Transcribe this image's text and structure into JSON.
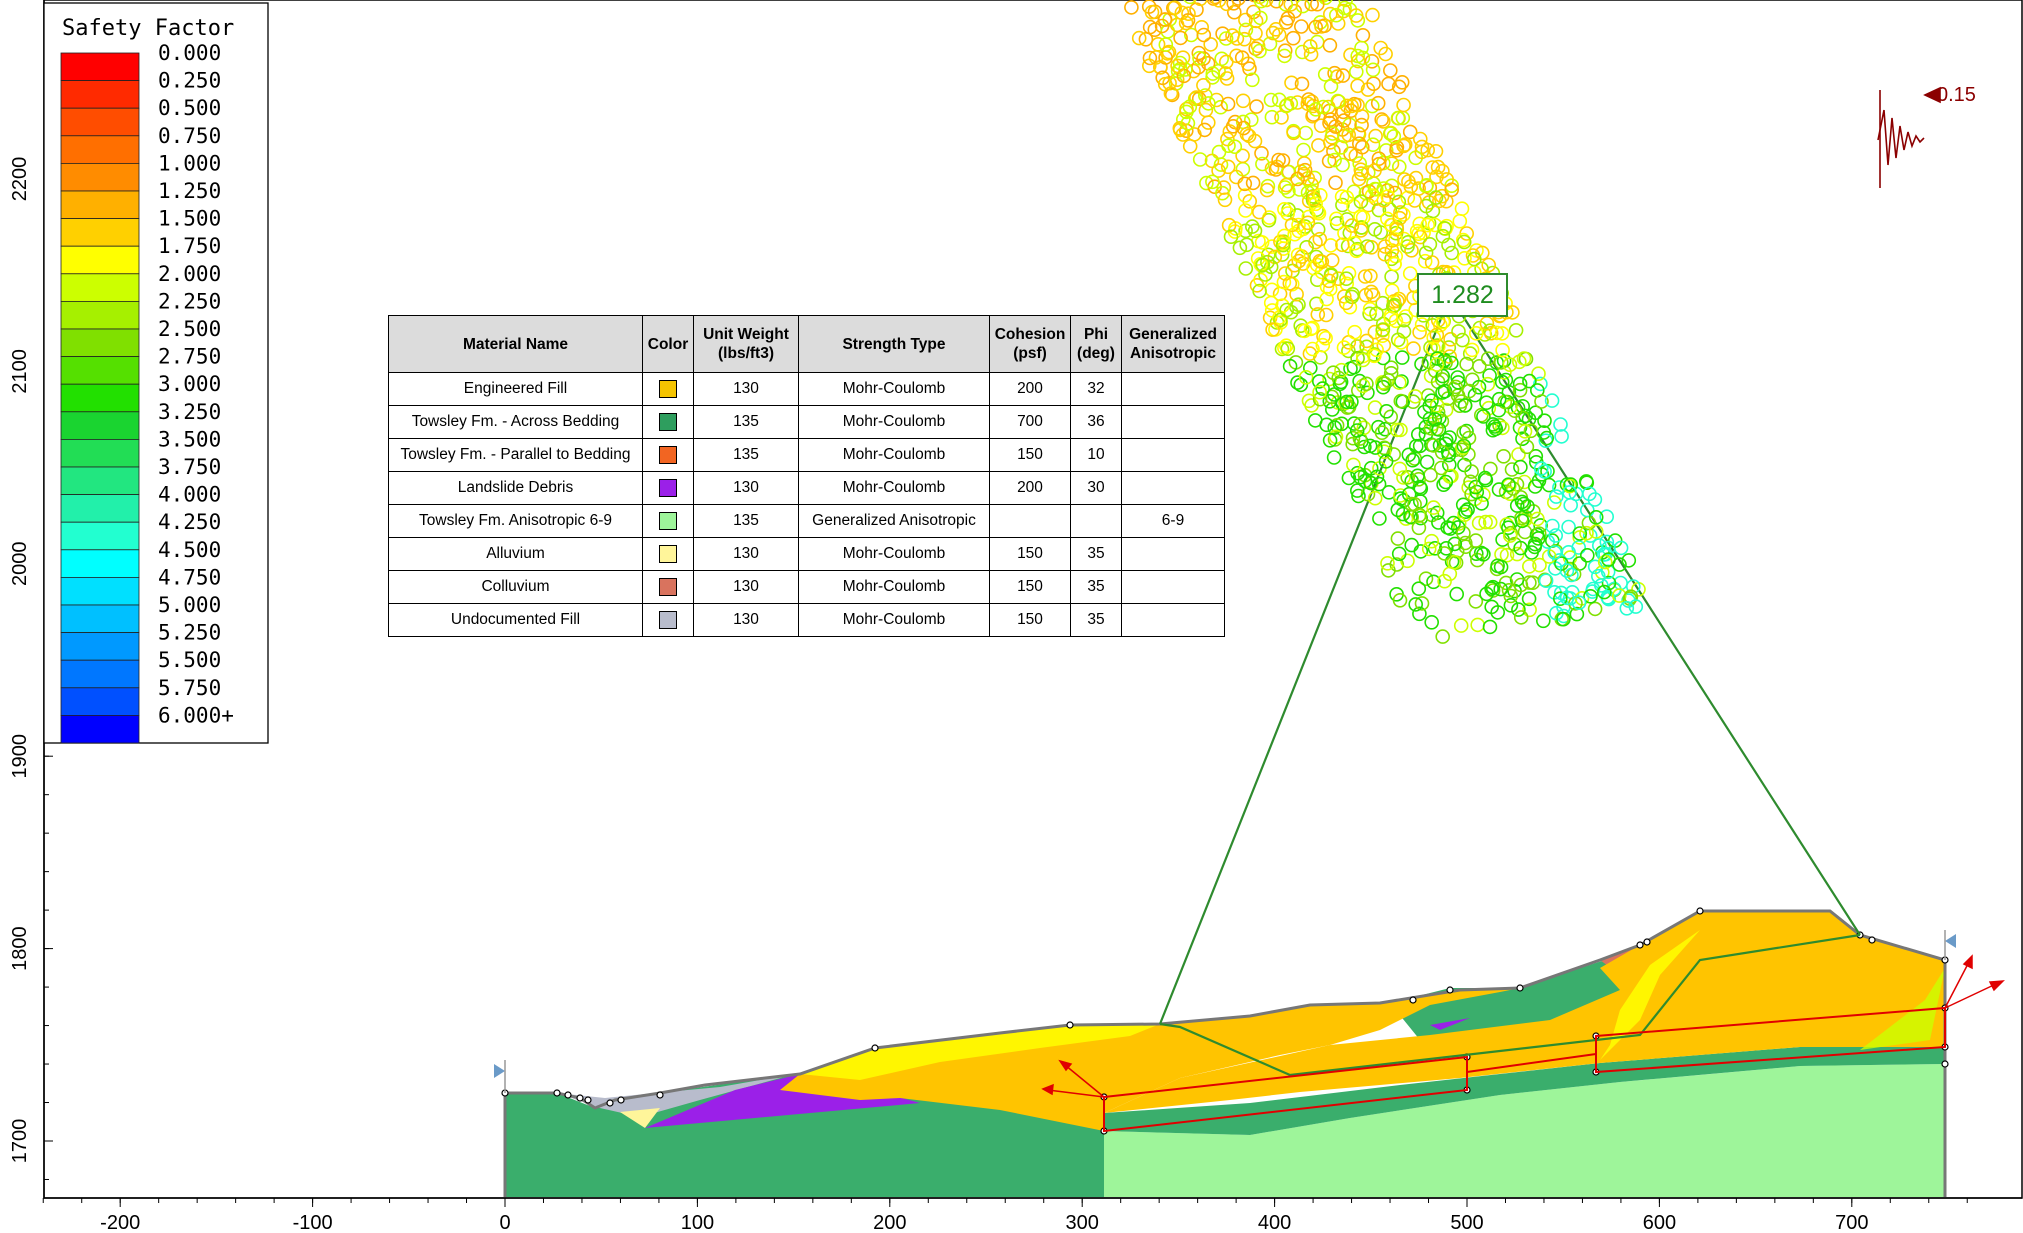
{
  "legend": {
    "title": "Safety Factor",
    "entries": [
      {
        "label": "0.000",
        "color": "#ff0000"
      },
      {
        "label": "0.250",
        "color": "#ff2a00"
      },
      {
        "label": "0.500",
        "color": "#ff4d00"
      },
      {
        "label": "0.750",
        "color": "#ff6f00"
      },
      {
        "label": "1.000",
        "color": "#ff8c00"
      },
      {
        "label": "1.250",
        "color": "#ffb000"
      },
      {
        "label": "1.500",
        "color": "#ffd000"
      },
      {
        "label": "1.750",
        "color": "#ffff00"
      },
      {
        "label": "2.000",
        "color": "#ccff00"
      },
      {
        "label": "2.250",
        "color": "#a6f000"
      },
      {
        "label": "2.500",
        "color": "#80e000"
      },
      {
        "label": "2.750",
        "color": "#55e000"
      },
      {
        "label": "3.000",
        "color": "#22e000"
      },
      {
        "label": "3.250",
        "color": "#1ad430"
      },
      {
        "label": "3.500",
        "color": "#22dd55"
      },
      {
        "label": "3.750",
        "color": "#22e680"
      },
      {
        "label": "4.000",
        "color": "#22f0aa"
      },
      {
        "label": "4.250",
        "color": "#22ffd0"
      },
      {
        "label": "4.500",
        "color": "#00ffff"
      },
      {
        "label": "4.750",
        "color": "#00e0ff"
      },
      {
        "label": "5.000",
        "color": "#00c0ff"
      },
      {
        "label": "5.250",
        "color": "#0099ff"
      },
      {
        "label": "5.500",
        "color": "#0077ff"
      },
      {
        "label": "5.750",
        "color": "#0050ff"
      },
      {
        "label": "6.000+",
        "color": "#0000ff"
      }
    ]
  },
  "axes": {
    "x_ticks": [
      "-200",
      "-100",
      "0",
      "100",
      "200",
      "300",
      "400",
      "500",
      "600",
      "700"
    ],
    "y_ticks": [
      "1700",
      "1800",
      "1900",
      "2000",
      "2100",
      "2200"
    ]
  },
  "table": {
    "headers": {
      "name": "Material Name",
      "color": "Color",
      "unit_weight_1": "Unit Weight",
      "unit_weight_2": "(lbs/ft3)",
      "strength": "Strength Type",
      "cohesion_1": "Cohesion",
      "cohesion_2": "(psf)",
      "phi_1": "Phi",
      "phi_2": "(deg)",
      "aniso_1": "Generalized",
      "aniso_2": "Anisotropic"
    },
    "rows": [
      {
        "name": "Engineered Fill",
        "color": "#f5c400",
        "unit_weight": "130",
        "strength": "Mohr-Coulomb",
        "cohesion": "200",
        "phi": "32",
        "aniso": ""
      },
      {
        "name": "Towsley Fm. - Across Bedding",
        "color": "#2e9e5e",
        "unit_weight": "135",
        "strength": "Mohr-Coulomb",
        "cohesion": "700",
        "phi": "36",
        "aniso": ""
      },
      {
        "name": "Towsley Fm. - Parallel to Bedding",
        "color": "#f26522",
        "unit_weight": "135",
        "strength": "Mohr-Coulomb",
        "cohesion": "150",
        "phi": "10",
        "aniso": ""
      },
      {
        "name": "Landslide Debris",
        "color": "#9b20e8",
        "unit_weight": "130",
        "strength": "Mohr-Coulomb",
        "cohesion": "200",
        "phi": "30",
        "aniso": ""
      },
      {
        "name": "Towsley Fm. Anisotropic 6-9",
        "color": "#9ef59a",
        "unit_weight": "135",
        "strength": "Generalized Anisotropic",
        "cohesion": "",
        "phi": "",
        "aniso": "6-9"
      },
      {
        "name": "Alluvium",
        "color": "#fff59a",
        "unit_weight": "130",
        "strength": "Mohr-Coulomb",
        "cohesion": "150",
        "phi": "35",
        "aniso": ""
      },
      {
        "name": "Colluvium",
        "color": "#d9735e",
        "unit_weight": "130",
        "strength": "Mohr-Coulomb",
        "cohesion": "150",
        "phi": "35",
        "aniso": ""
      },
      {
        "name": "Undocumented Fill",
        "color": "#b8bccc",
        "unit_weight": "130",
        "strength": "Mohr-Coulomb",
        "cohesion": "150",
        "phi": "35",
        "aniso": ""
      }
    ]
  },
  "critical_safety_factor": "1.282",
  "seismic_coefficient": "0.15"
}
